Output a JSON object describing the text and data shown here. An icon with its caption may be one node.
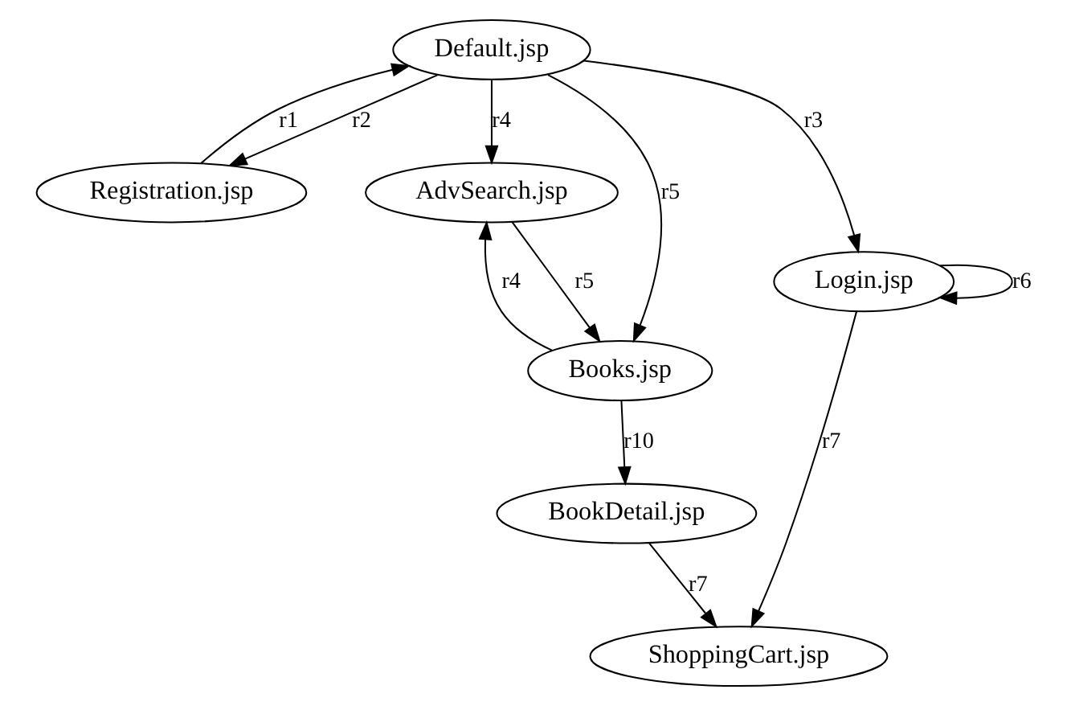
{
  "diagram": {
    "nodes": [
      {
        "text": [
          "Default.jsp"
        ]
      },
      {
        "text": [
          "Registration.jsp"
        ]
      },
      {
        "text": [
          "AdvSearch.jsp"
        ]
      },
      {
        "text": [
          "Login.jsp"
        ]
      },
      {
        "text": [
          "Books.jsp"
        ]
      },
      {
        "text": [
          "BookDetail.jsp"
        ]
      },
      {
        "text": [
          "ShoppingCart.jsp"
        ]
      }
    ],
    "edges": [
      {
        "from": 0,
        "to": 1,
        "arrow": "to",
        "label": "r2"
      },
      {
        "from": 1,
        "to": 0,
        "arrow": "to",
        "label": "r1"
      },
      {
        "from": 0,
        "to": 3,
        "arrow": "to",
        "label": "r3"
      },
      {
        "from": 0,
        "to": 2,
        "arrow": "to",
        "label": "r4"
      },
      {
        "from": 0,
        "to": 4,
        "arrow": "to",
        "label": "r5"
      },
      {
        "from": 2,
        "to": 4,
        "arrow": "to",
        "label": "r5"
      },
      {
        "from": 4,
        "to": 2,
        "arrow": "to",
        "label": "r4"
      },
      {
        "from": 3,
        "to": 3,
        "arrow": "to",
        "label": "r6"
      },
      {
        "from": 3,
        "to": 6,
        "arrow": "to",
        "label": "r7"
      },
      {
        "from": 4,
        "to": 5,
        "arrow": "to",
        "label": "r10"
      },
      {
        "from": 5,
        "to": 6,
        "arrow": "to",
        "label": "r7"
      }
    ]
  }
}
